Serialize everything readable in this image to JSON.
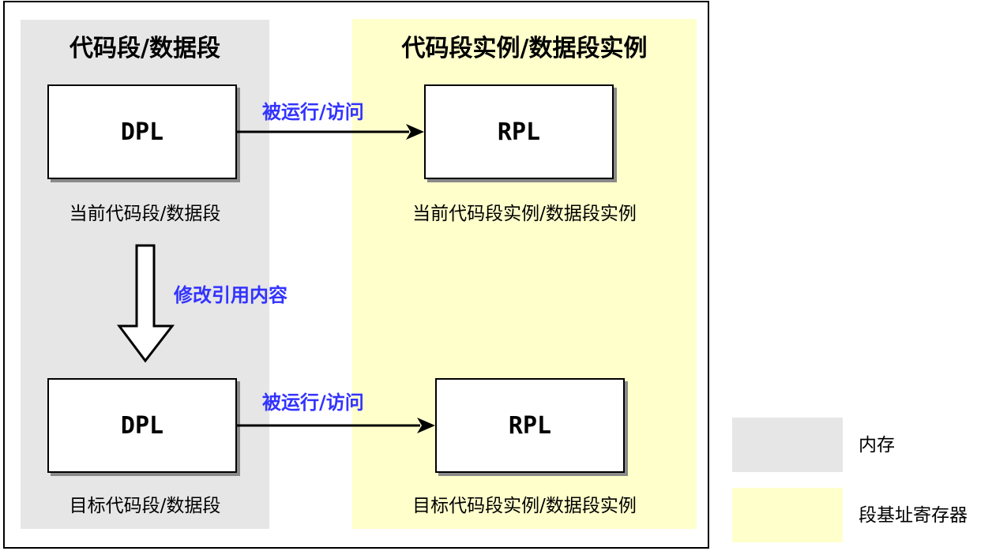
{
  "left_panel": {
    "title": "代码段/数据段",
    "box_top": "DPL",
    "caption_top": "当前代码段/数据段",
    "box_bottom": "DPL",
    "caption_bottom": "目标代码段/数据段"
  },
  "right_panel": {
    "title": "代码段实例/数据段实例",
    "box_top": "RPL",
    "caption_top": "当前代码段实例/数据段实例",
    "box_bottom": "RPL",
    "caption_bottom": "目标代码段实例/数据段实例"
  },
  "arrows": {
    "access_top": "被运行/访问",
    "access_bottom": "被运行/访问",
    "modify": "修改引用内容"
  },
  "legend": [
    {
      "label": "内存",
      "color": "#e6e6e6"
    },
    {
      "label": "段基址寄存器",
      "color": "#ffffcc"
    }
  ],
  "colors": {
    "memory": "#e6e6e6",
    "segment_register": "#ffffcc",
    "arrow_label": "#3333ff",
    "box_shadow": "#8a8a8a"
  }
}
